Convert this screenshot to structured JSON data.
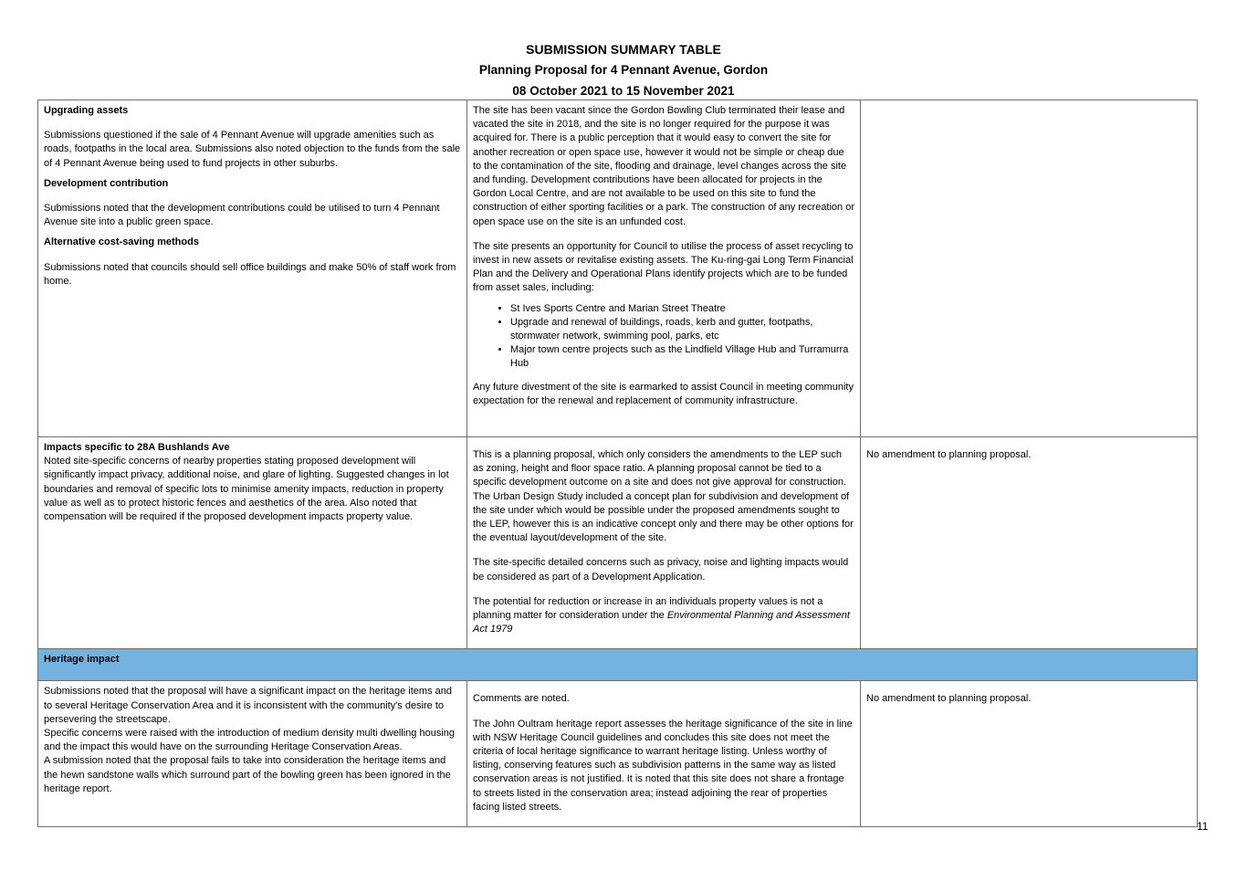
{
  "header": {
    "title": "SUBMISSION SUMMARY TABLE",
    "subtitle": "Planning Proposal for 4 Pennant Avenue, Gordon",
    "dates": "08 October 2021 to 15 November 2021"
  },
  "rows": {
    "upgrading": {
      "col1": {
        "heading1": "Upgrading assets",
        "text1": "Submissions questioned if the sale of 4 Pennant Avenue will upgrade amenities such as roads, footpaths in the local area. Submissions also noted objection to the funds from the sale of 4 Pennant Avenue being used to fund projects in other suburbs.",
        "heading2": "Development contribution",
        "text2": "Submissions noted that the development contributions could be utilised to turn 4 Pennant Avenue site into a public green space.",
        "heading3": "Alternative cost-saving methods",
        "text3": "Submissions noted that councils should sell office buildings and make 50% of staff work from home."
      },
      "col2": {
        "para1": "The site has been vacant since the Gordon Bowling Club terminated their lease and vacated the site in 2018, and the site is no longer required for the purpose it was acquired for. There is a public perception that it would easy to convert the site for another recreation or open space use, however it would not be simple or cheap due to the contamination of the site, flooding and drainage, level changes across the site and funding. Development contributions have been allocated for projects in the Gordon Local Centre, and are not available to be used on this site to fund the construction of either sporting facilities or a park. The construction of any recreation or open space use on the site is an unfunded cost.",
        "para2": "The site presents an opportunity for Council to utilise the process of asset recycling to invest in new assets or revitalise existing assets. The Ku-ring-gai Long Term Financial Plan and the Delivery and Operational Plans identify projects which are to be funded from asset sales, including:",
        "bullets": [
          "St Ives Sports Centre and Marian Street Theatre",
          "Upgrade and renewal of buildings, roads, kerb and gutter, footpaths, stormwater network, swimming pool, parks, etc",
          "Major town centre projects such as the Lindfield Village Hub and Turramurra Hub"
        ],
        "para3": "Any future divestment of the site is earmarked to assist Council in meeting community expectation for the renewal and replacement of community infrastructure."
      },
      "col3": ""
    },
    "impacts": {
      "col1": {
        "heading": "Impacts specific to 28A Bushlands Ave",
        "text": "Noted site-specific concerns of nearby properties stating proposed development will significantly impact privacy, additional noise, and glare of lighting. Suggested changes in lot boundaries and removal of specific lots to minimise amenity impacts, reduction in property value as well as to protect historic fences and aesthetics of the area. Also noted that compensation will be required if the proposed development impacts property value."
      },
      "col2": {
        "para1": "This is a planning proposal, which only considers the amendments to the LEP such as zoning, height and floor space ratio. A planning proposal cannot be tied to a specific development outcome on a site and does not give approval for construction. The Urban Design Study included a concept plan for subdivision and development of the site under which would be possible under the proposed amendments sought to the LEP, however this is an indicative concept only and there may be other options for the eventual layout/development of the site.",
        "para2": "The site-specific detailed concerns such as privacy, noise and lighting impacts would be considered as part of a Development Application.",
        "para3_prefix": " The potential for reduction or increase in an individuals property values is not a planning matter for consideration under the ",
        "para3_italic": "Environmental Planning and Assessment Act 1979"
      },
      "col3": "No amendment to planning proposal."
    },
    "heritage_section": {
      "title": "Heritage impact"
    },
    "heritage": {
      "col1": {
        "text1": "Submissions noted that the proposal will have a significant impact on the heritage items and to several Heritage Conservation Area and it is inconsistent with the community's desire to persevering the streetscape.",
        "text2": "Specific concerns were raised with the introduction of medium density multi dwelling housing and the impact this would have on the surrounding Heritage Conservation Areas.",
        "text3": "A submission noted that the proposal fails to take into consideration the heritage items and the hewn sandstone walls which surround part of the bowling green has been ignored in the heritage report."
      },
      "col2": {
        "para1": "Comments are noted.",
        "para2": "The John Oultram heritage report assesses the heritage significance of the site in line with NSW Heritage Council guidelines and concludes this site does not meet the criteria of local heritage significance to warrant heritage listing. Unless worthy of listing, conserving features such as subdivision patterns in the same way as listed conservation areas is not justified. It is noted that this site does not share a frontage to streets listed in the conservation area; instead adjoining the rear of properties facing listed streets."
      },
      "col3": "No amendment to planning proposal."
    }
  },
  "page_number": "11",
  "colors": {
    "section_band": "#74b2e1",
    "border": "#6f6f6f"
  }
}
